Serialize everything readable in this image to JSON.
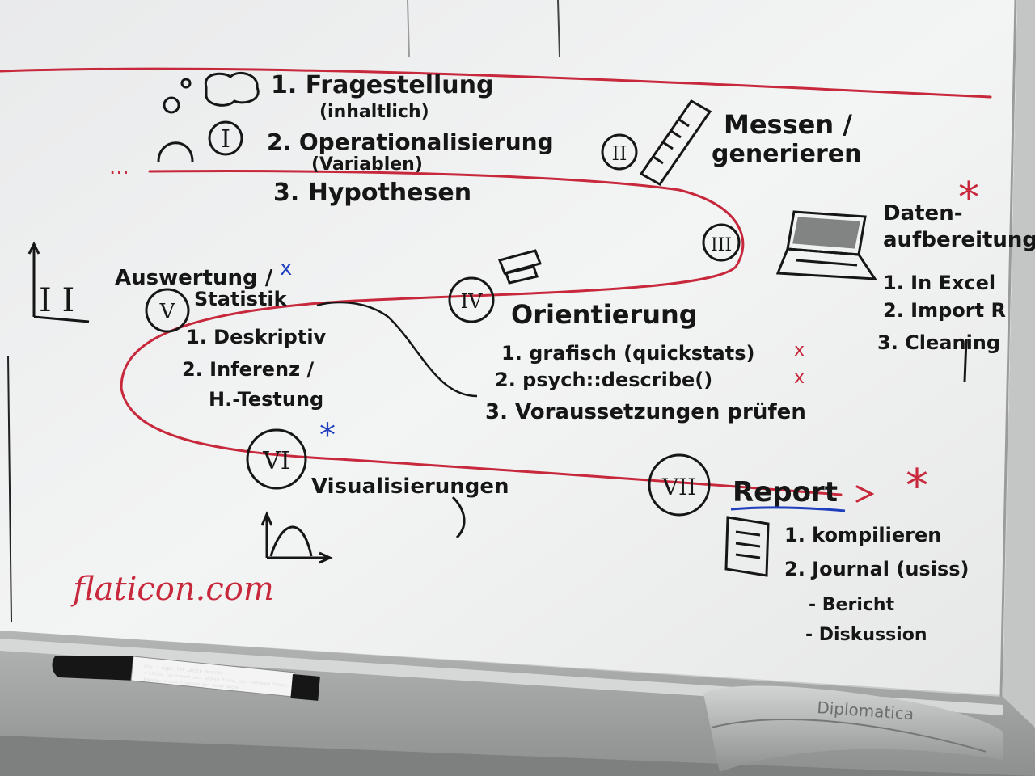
{
  "board": {
    "colors": {
      "surface": "#eeeff0",
      "ink": "#161616",
      "red": "#c8283c",
      "blue": "#1f3fbf",
      "frame": "#b8bab9",
      "tray": "#9c9e9c"
    },
    "section_1": {
      "numeral": "I",
      "items": [
        "1. Fragestellung",
        "(inhaltlich)",
        "2. Operationalisierung",
        "(Variablen)",
        "3. Hypothesen"
      ],
      "dots": "..."
    },
    "section_2": {
      "numeral": "II",
      "title": "Messen /",
      "title2": "generieren"
    },
    "section_3": {
      "numeral": "III",
      "title": "Daten-",
      "title2": "aufbereitung",
      "items": [
        "1. In Excel",
        "2. Import R",
        "3. Cleaning"
      ],
      "mark": "*"
    },
    "section_4": {
      "numeral": "IV",
      "title": "Orientierung",
      "items": [
        "1. grafisch (quickstats)",
        "2. psych::describe()",
        "3. Voraussetzungen prüfen"
      ],
      "marks": [
        "x",
        "x"
      ]
    },
    "section_5": {
      "numeral": "V",
      "title": "Auswertung /",
      "title2": "Statistik",
      "items": [
        "1. Deskriptiv",
        "2. Inferenz /",
        "H.-Testung"
      ],
      "mark": "x"
    },
    "section_6": {
      "numeral": "VI",
      "title": "Visualisierungen",
      "mark": "*"
    },
    "section_7": {
      "numeral": "VII",
      "title": "Report",
      "items": [
        "1. kompilieren",
        "2. Journal (usiss)",
        "- Bericht",
        "- Diskussion"
      ],
      "mark": "*"
    },
    "side_label": "I I",
    "watermark": "flaticon.com"
  },
  "marker": {
    "label_line1": "dry - wipe for white boards",
    "label_line2": "s'efface facilement sans besoin d'eau, pour tableaux blancs",
    "label_line3": "Маркеры сухого стирания для белых досок"
  },
  "eraser": {
    "brand": "Diplomatica"
  }
}
